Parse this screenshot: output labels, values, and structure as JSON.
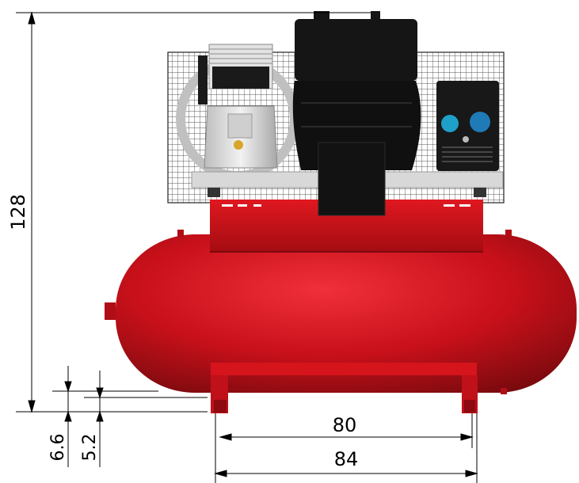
{
  "dimensions": {
    "overall_height": "128",
    "foot_offset_outer": "6.6",
    "foot_offset_inner": "5.2",
    "foot_spacing_inner": "80",
    "foot_spacing_outer": "84"
  },
  "colors": {
    "tank": "#c8101a",
    "tank_dark": "#8c0a10",
    "engine": "#141414",
    "frame": "#d8d8d8",
    "pump": "#e6e6e6",
    "panel_blue": "#1e7bb8",
    "panel_cyan": "#1fa0c8",
    "gauge_gold": "#d7a62a"
  }
}
